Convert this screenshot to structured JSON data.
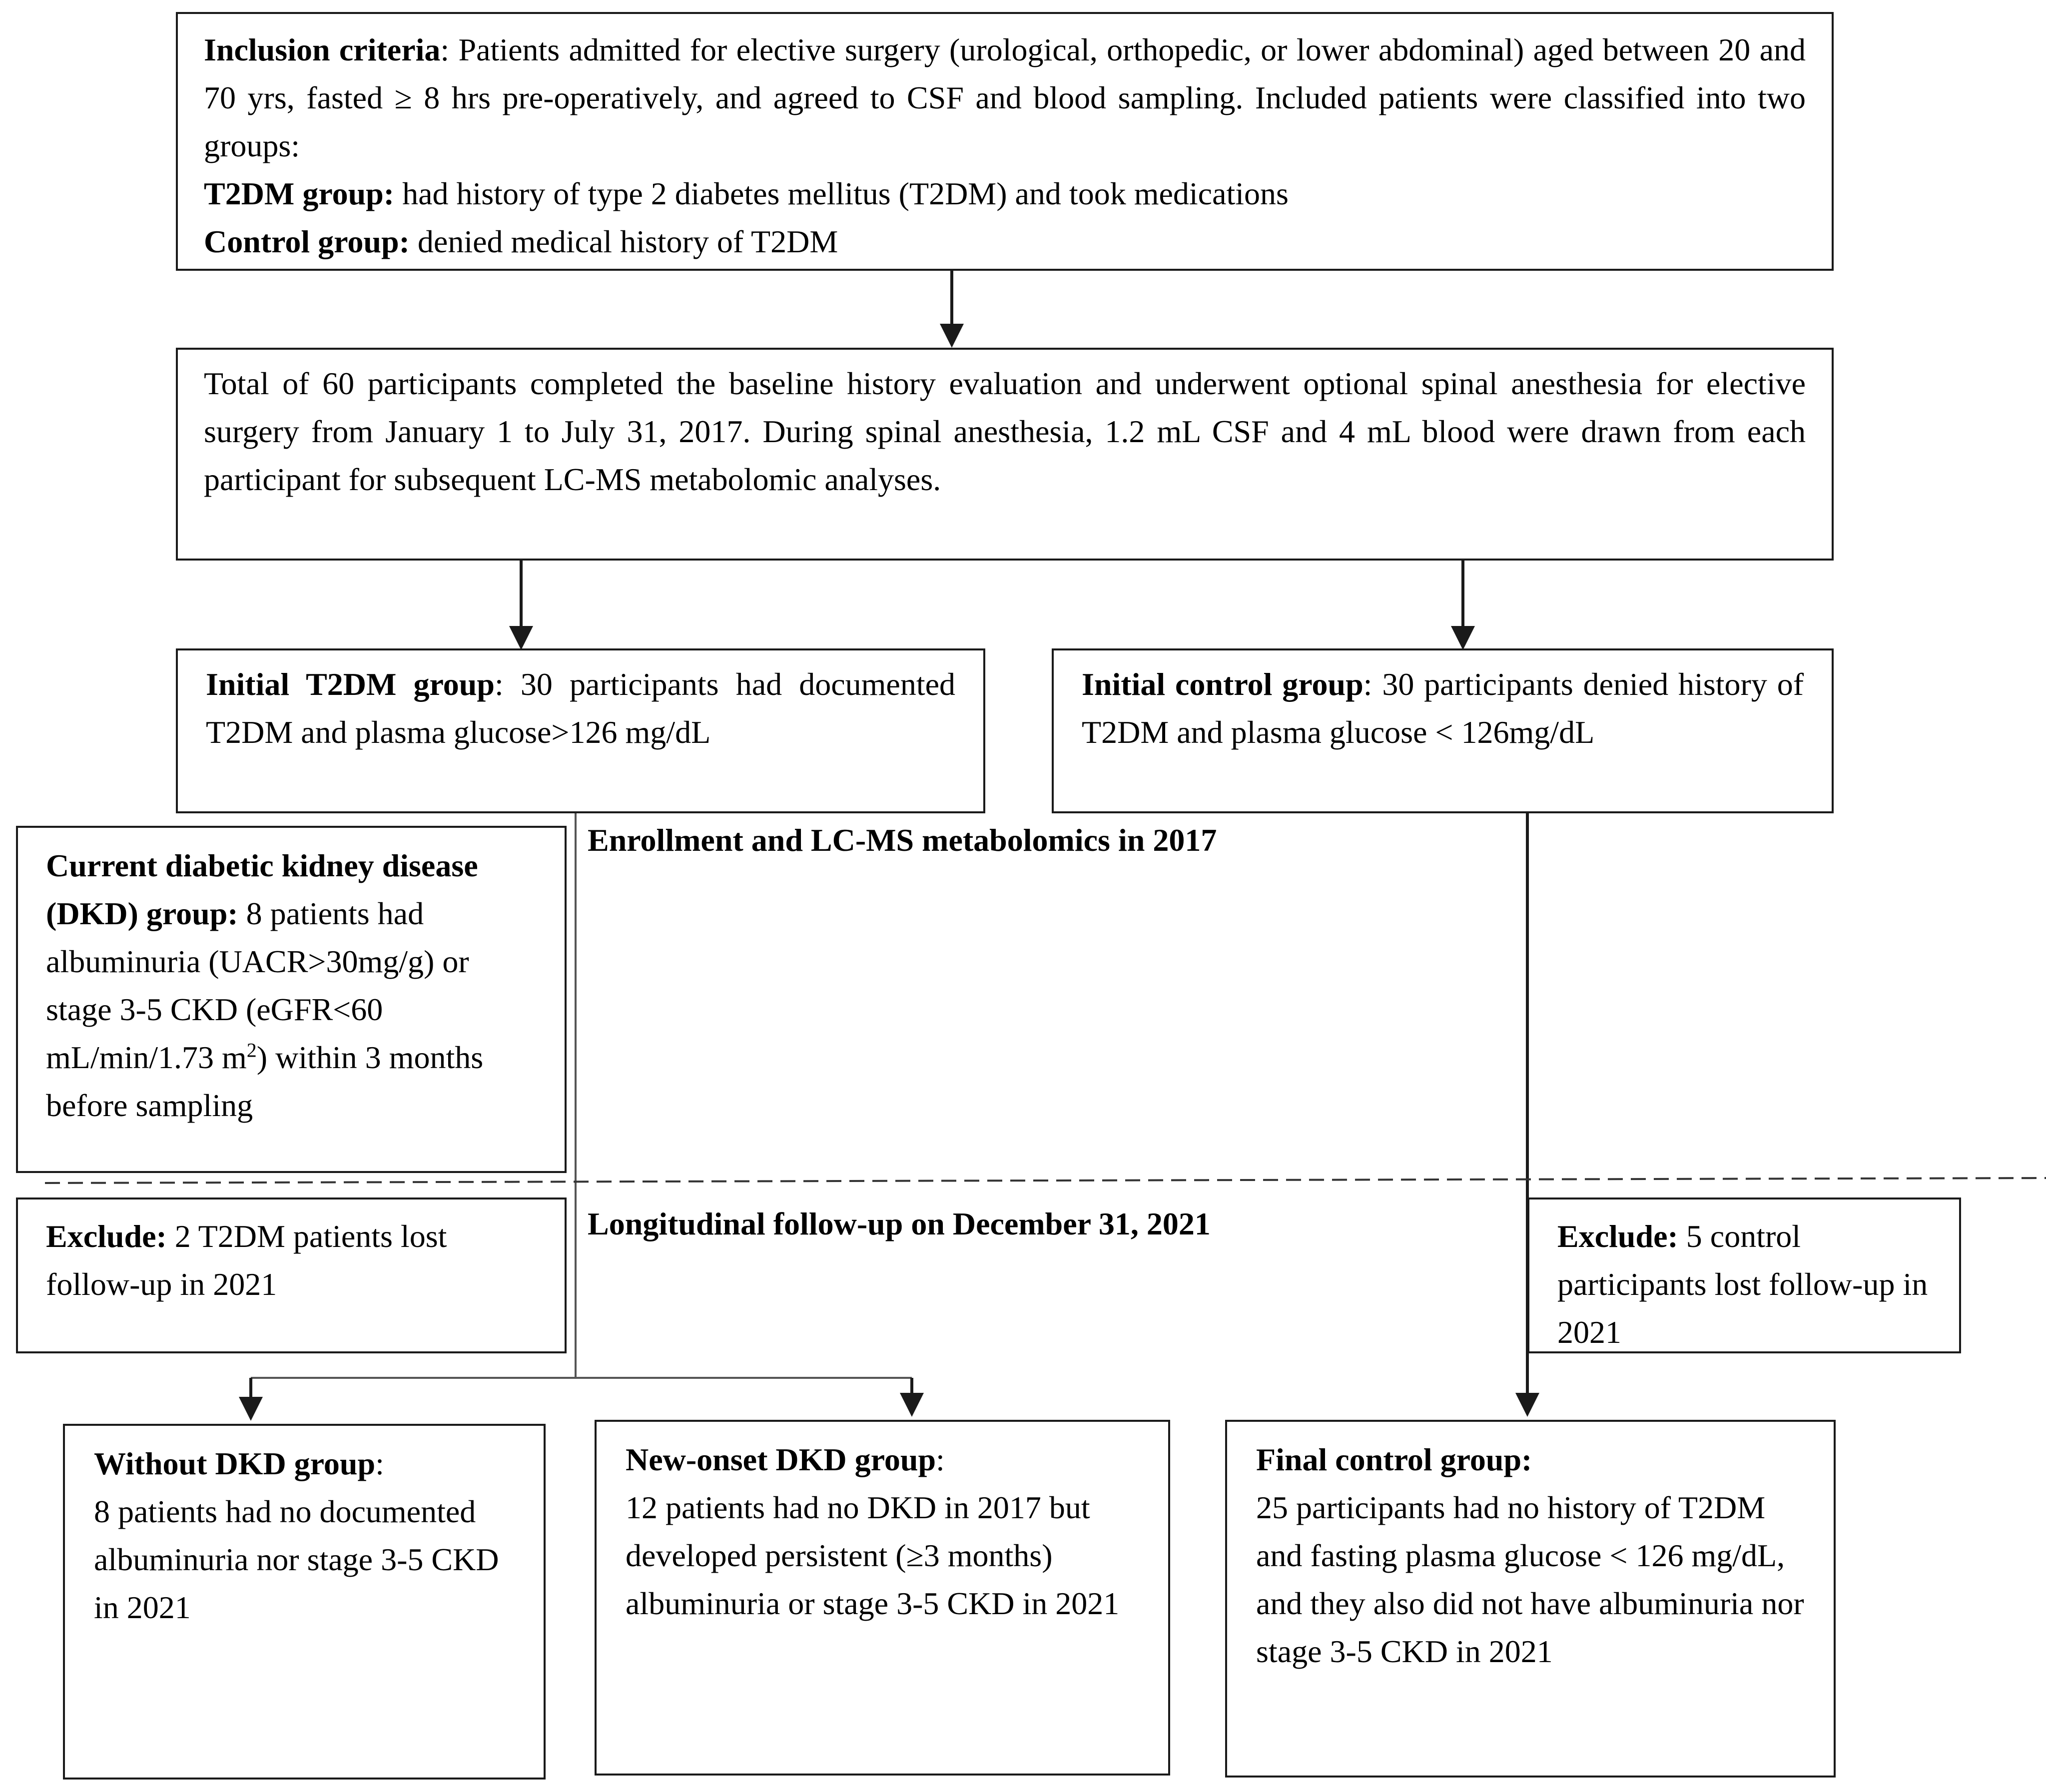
{
  "inclusion": {
    "label": "Inclusion criteria",
    "sep": ": ",
    "text": "Patients admitted for elective surgery (urological, orthopedic, or lower abdominal) aged between 20 and 70 yrs, fasted ≥ 8 hrs pre-operatively, and agreed to CSF and blood sampling. Included patients were classified into two groups:",
    "t2dm_label": "T2DM group:",
    "t2dm_text": " had history of type 2 diabetes mellitus (T2DM) and took medications",
    "control_label": "Control group:",
    "control_text": " denied medical history of T2DM"
  },
  "total": {
    "text": "Total of 60 participants completed the baseline history evaluation and underwent optional spinal anesthesia for elective surgery from January 1 to July 31, 2017. During spinal anesthesia, 1.2 mL CSF and 4 mL blood were drawn from each participant for subsequent LC-MS metabolomic analyses."
  },
  "initial_t2dm": {
    "label": "Initial T2DM group",
    "text": ": 30 participants had documented T2DM and plasma glucose>126 mg/dL"
  },
  "initial_control": {
    "label": "Initial control group",
    "text": ": 30 participants denied history of T2DM and plasma glucose < 126mg/dL"
  },
  "current_dkd": {
    "label": "Current diabetic kidney disease (DKD) group:",
    "text_before": " 8 patients had albuminuria (UACR>30mg/g) or stage 3-5 CKD (eGFR<60 mL/min/1.73 m",
    "superscript": "2",
    "text_after": ") within 3 months before sampling"
  },
  "stage_2017": "Enrollment and LC-MS metabolomics in 2017",
  "stage_2021": "Longitudinal follow-up on December 31, 2021",
  "exclude_t2dm": {
    "label": "Exclude:",
    "text": " 2 T2DM patients lost follow-up in 2021"
  },
  "exclude_control": {
    "label": "Exclude:",
    "text": " 5 control participants lost follow-up in 2021"
  },
  "without_dkd": {
    "label": "Without DKD group",
    "sep": ":",
    "text": "8 patients had no documented albuminuria nor stage 3-5 CKD in 2021"
  },
  "new_onset": {
    "label": "New-onset DKD group",
    "sep": ":",
    "text": "12 patients had no DKD in 2017 but developed persistent (≥3 months) albuminuria or stage 3-5 CKD in 2021"
  },
  "final_control": {
    "label": "Final control group:",
    "text": "25 participants had no history of T2DM and fasting plasma glucose < 126 mg/dL, and they also did not have albuminuria nor stage 3-5 CKD in 2021"
  }
}
